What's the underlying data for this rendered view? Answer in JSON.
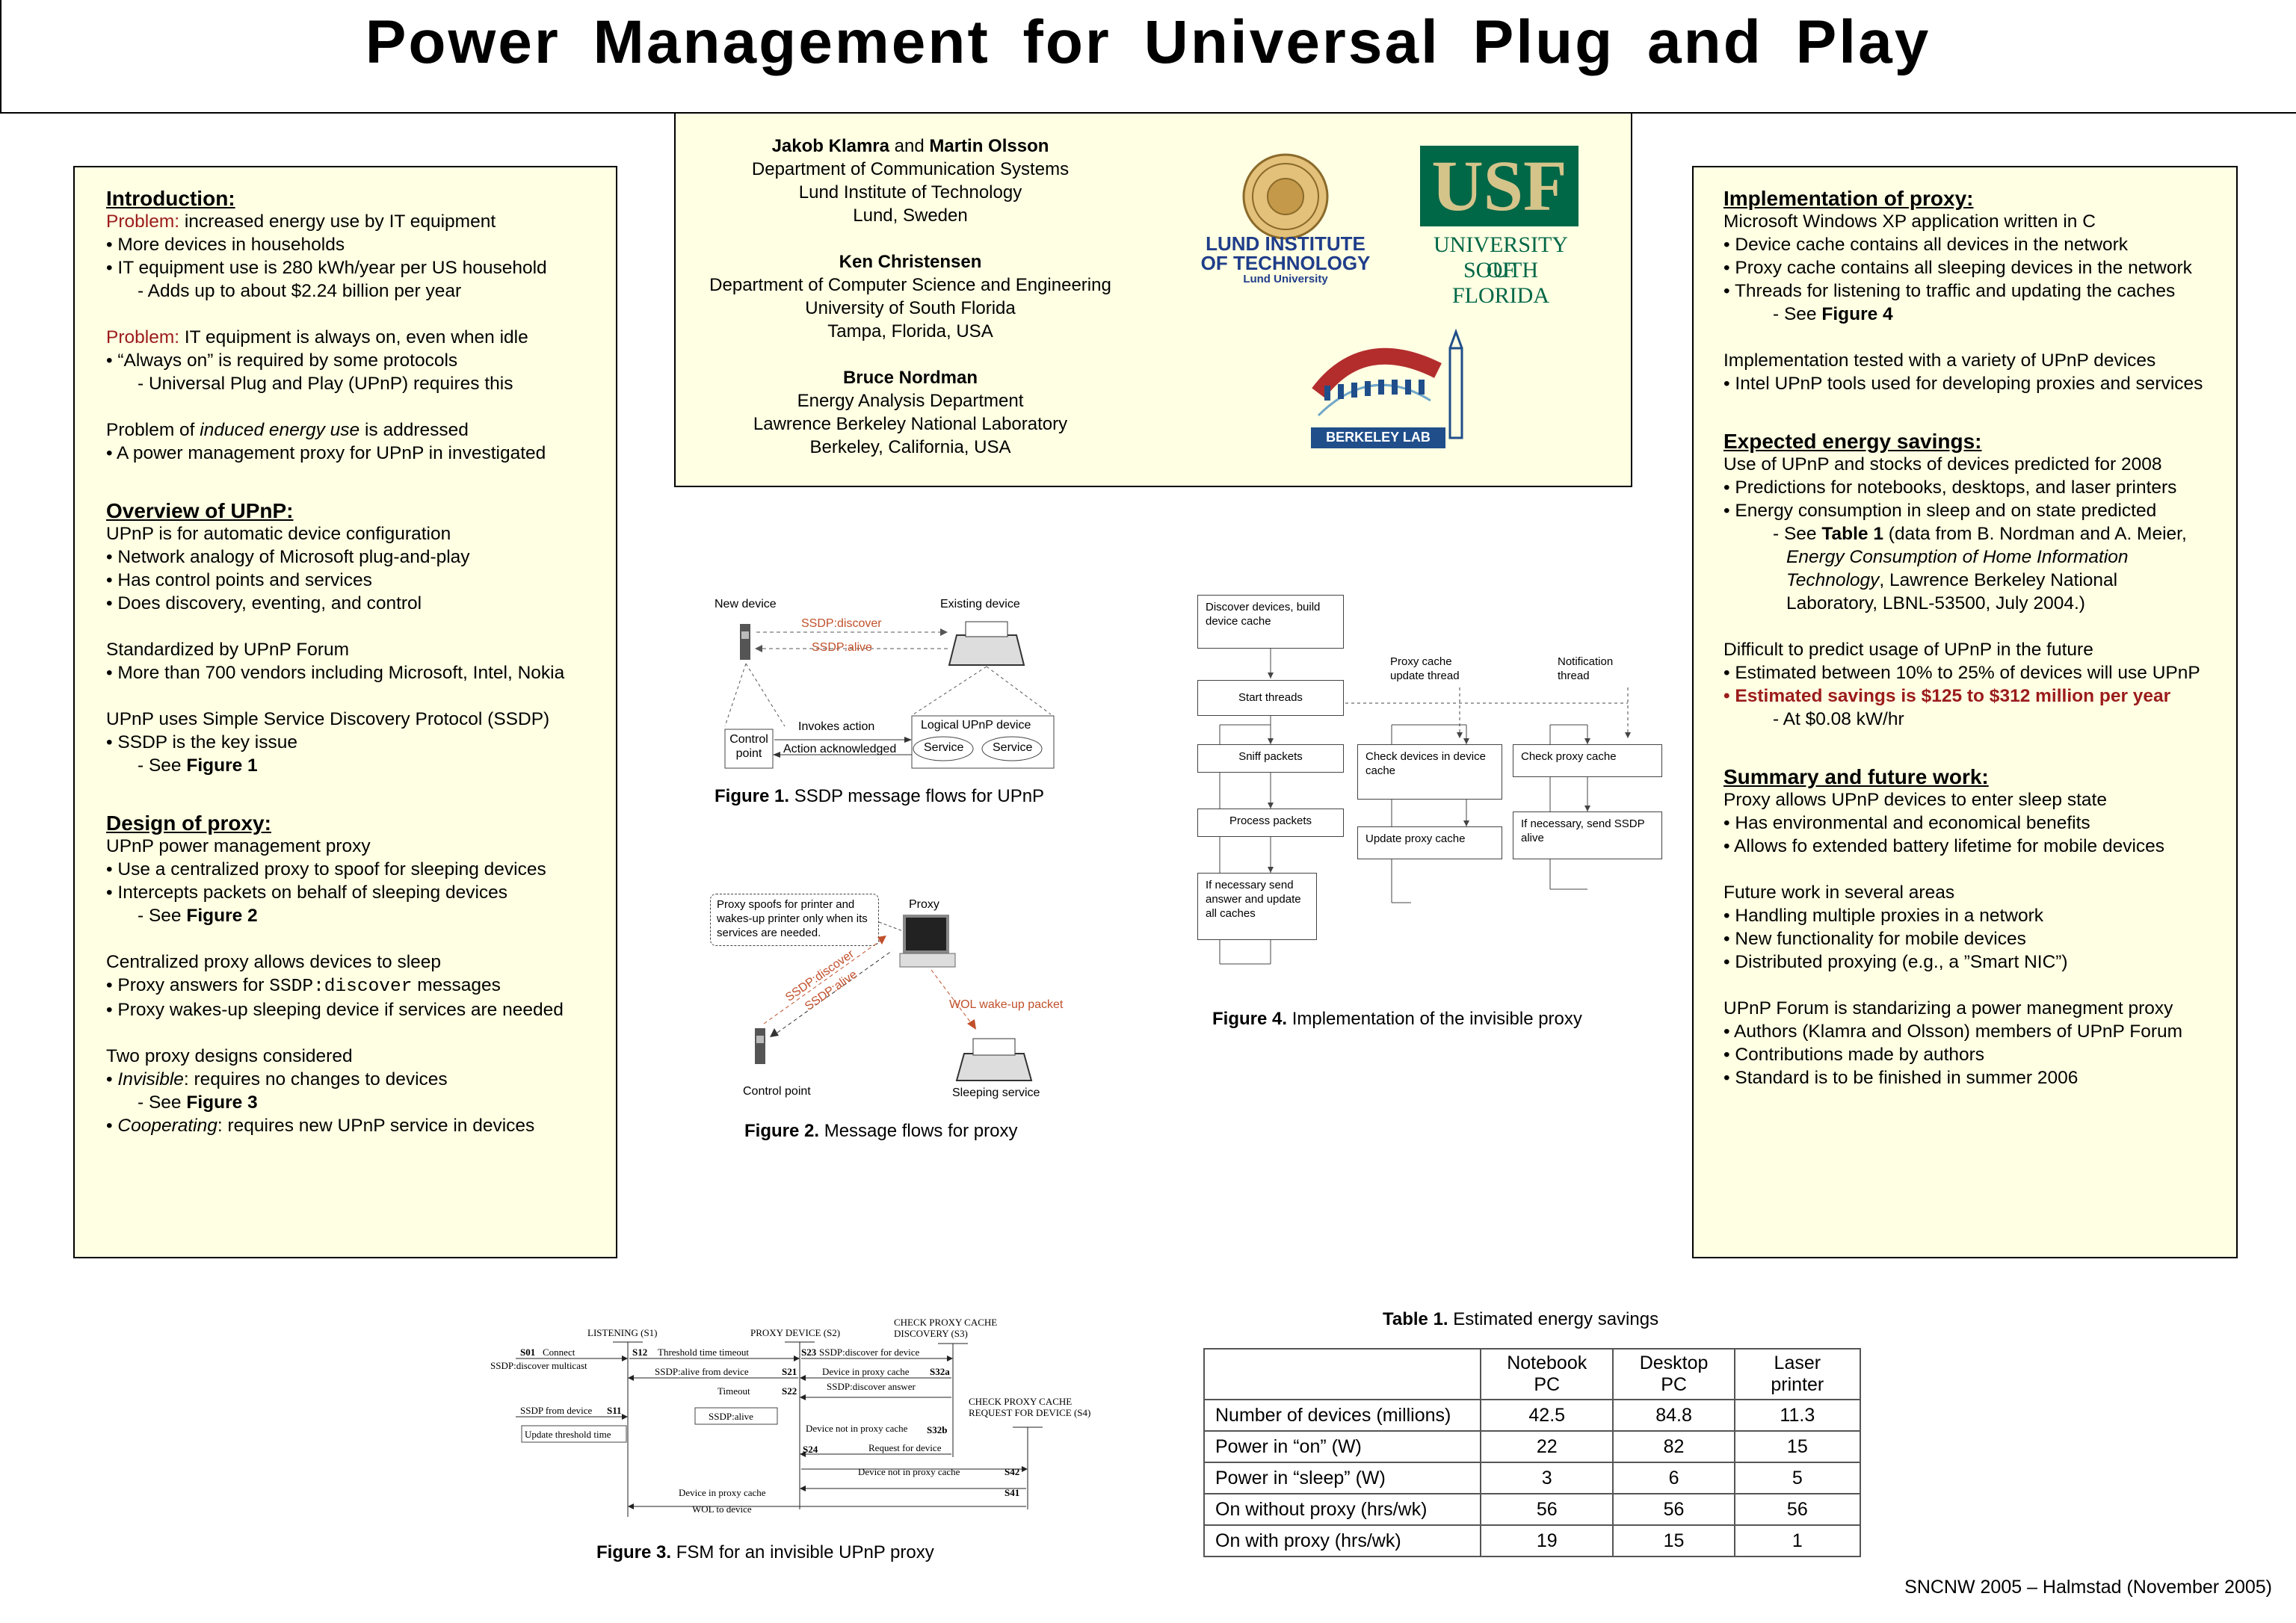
{
  "title": "Power Management for Universal Plug and Play",
  "footer": "SNCNW 2005 – Halmstad (November 2005)",
  "authors": [
    {
      "name1": "Jakob Klamra",
      "and": "and",
      "name2": "Martin Olsson",
      "lines": [
        "Department of Communication Systems",
        "Lund Institute of Technology",
        "Lund, Sweden"
      ]
    },
    {
      "name": "Ken Christensen",
      "lines": [
        "Department of Computer Science and Engineering",
        "University of South Florida",
        "Tampa, Florida, USA"
      ]
    },
    {
      "name": "Bruce Nordman",
      "lines": [
        "Energy Analysis Department",
        "Lawrence Berkeley National Laboratory",
        "Berkeley, California, USA"
      ]
    }
  ],
  "logos": {
    "lund": [
      "LUND INSTITUTE",
      "OF TECHNOLOGY",
      "Lund University"
    ],
    "usf": [
      "USF",
      "UNIVERSITY OF",
      "SOUTH FLORIDA"
    ],
    "berkeley": "BERKELEY LAB"
  },
  "left": {
    "intro_h": "Introduction:",
    "p1_label": "Problem:",
    "p1_text": " increased energy use by IT equipment",
    "b1": "• More devices in households",
    "b2": "• IT equipment use is 280 kWh/year per US household",
    "b3": "- Adds up to about $2.24 billion per year",
    "p2_label": "Problem:",
    "p2_text": " IT equipment is always on, even when idle",
    "b4": "• “Always on” is required by some protocols",
    "b5": "- Universal Plug and Play (UPnP) requires this",
    "b6a": "Problem of ",
    "b6b": "induced energy use",
    "b6c": " is addressed",
    "b7": "• A power management proxy for UPnP in investigated",
    "overview_h": "Overview of UPnP:",
    "o1": "UPnP is for automatic device configuration",
    "o2": "• Network analogy of Microsoft plug-and-play",
    "o3": "• Has control points and services",
    "o4": "• Does discovery, eventing, and control",
    "o5": "Standardized by UPnP Forum",
    "o6": "• More than 700 vendors including Microsoft, Intel, Nokia",
    "o7": "UPnP uses Simple Service Discovery Protocol (SSDP)",
    "o8": "• SSDP is the key issue",
    "o9a": "- See ",
    "o9b": "Figure 1",
    "design_h": "Design of proxy:",
    "d1": "UPnP power management proxy",
    "d2": "• Use a centralized proxy to spoof for sleeping devices",
    "d3": "• Intercepts packets on behalf of sleeping devices",
    "d4a": "- See ",
    "d4b": "Figure 2",
    "d5": "Centralized proxy allows devices to sleep",
    "d6a": "• Proxy answers for ",
    "d6b": "SSDP:discover",
    "d6c": " messages",
    "d7": "• Proxy wakes-up sleeping device if services are needed",
    "d8": "Two proxy designs considered",
    "d9a": "•  ",
    "d9b": "Invisible",
    "d9c": ": requires no changes to devices",
    "d10a": "- See ",
    "d10b": "Figure 3",
    "d11a": "•  ",
    "d11b": "Cooperating",
    "d11c": ": requires new UPnP service in devices"
  },
  "right": {
    "impl_h": "Implementation of proxy:",
    "i1": "Microsoft Windows XP application written in C",
    "i2": "• Device cache contains all devices in the network",
    "i3": "• Proxy cache contains all sleeping devices in the network",
    "i4": "• Threads for listening to traffic and updating the caches",
    "i5a": "- See ",
    "i5b": "Figure 4",
    "i6": "Implementation tested with a variety of UPnP devices",
    "i7": "• Intel UPnP tools used for developing proxies and services",
    "exp_h": "Expected energy savings:",
    "e1": "Use of UPnP and stocks of devices predicted for 2008",
    "e2": "• Predictions for notebooks, desktops, and laser printers",
    "e3": "• Energy consumption in sleep and on state predicted",
    "e4a": "- See ",
    "e4b": "Table 1",
    "e4c": " (data from B. Nordman and A. Meier,",
    "e5": "Energy Consumption of Home Information",
    "e6a": "Technology",
    "e6b": ", Lawrence Berkeley National",
    "e7": "Laboratory, LBNL-53500, July 2004.)",
    "e8": "Difficult to predict usage of UPnP in the future",
    "e9": "• Estimated between 10% to 25% of devices will use UPnP",
    "e10": "• Estimated savings is $125 to $312 million per year",
    "e11": "- At $0.08 kW/hr",
    "sum_h": "Summary and future work:",
    "s1": "Proxy allows UPnP devices to enter sleep state",
    "s2": "• Has environmental and economical benefits",
    "s3": "• Allows fo extended battery lifetime for mobile devices",
    "s4": "Future work in several areas",
    "s5": "• Handling multiple proxies in a network",
    "s6": "• New functionality for mobile devices",
    "s7": "• Distributed proxying (e.g., a ”Smart NIC”)",
    "s8": "UPnP Forum is standarizing a power manegment proxy",
    "s9": "• Authors (Klamra and Olsson) members of UPnP Forum",
    "s10": "• Contributions made by authors",
    "s11": "• Standard is to be finished in summer 2006"
  },
  "fig1": {
    "new_device": "New device",
    "existing_device": "Existing device",
    "ssdp_discover": "SSDP:discover",
    "ssdp_alive": "SSDP:alive",
    "control_point": "Control point",
    "invokes": "Invokes action",
    "ack": "Action acknowledged",
    "logical": "Logical UPnP device",
    "service": "Service",
    "cap_b": "Figure 1.",
    "cap_t": " SSDP message flows for UPnP"
  },
  "fig2": {
    "note": "Proxy spoofs for printer and wakes-up printer only when its services are needed.",
    "proxy": "Proxy",
    "ssdp_discover": "SSDP:discover",
    "ssdp_alive": "SSDP:alive",
    "wol": "WOL wake-up packet",
    "control_point": "Control point",
    "sleeping": "Sleeping service",
    "cap_b": "Figure 2.",
    "cap_t": " Message flows for proxy"
  },
  "fig3": {
    "listening": "LISTENING (S1)",
    "proxy_device": "PROXY DEVICE (S2)",
    "check_disc": "CHECK PROXY CACHE DISCOVERY (S3)",
    "check_req": "CHECK PROXY CACHE REQUEST FOR DEVICE (S4)",
    "s01": "S01",
    "connect": "Connect",
    "ssdp_mc": "SSDP:discover multicast",
    "s12": "S12",
    "threshold": "Threshold time timeout",
    "s23": "S23",
    "ssdp_for_dev": "SSDP:discover for device",
    "alive_from": "SSDP:alive from device",
    "s21": "S21",
    "in_cache": "Device in proxy cache",
    "s32a": "S32a",
    "timeout": "Timeout",
    "s22": "S22",
    "answer": "SSDP:discover answer",
    "ssdp_alive": "SSDP:alive",
    "ssdp_from": "SSDP from device",
    "s11": "S11",
    "update": "Update threshold time",
    "not_in_cache": "Device not in proxy cache",
    "s32b": "S32b",
    "request": "Request for device",
    "s24": "S24",
    "not_in_cache2": "Device not in proxy cache",
    "s42": "S42",
    "in_cache2": "Device in proxy cache",
    "s41": "S41",
    "wol": "WOL to device",
    "cap_b": "Figure 3.",
    "cap_t": " FSM for an invisible UPnP proxy"
  },
  "fig4": {
    "discover": "Discover devices, build device cache",
    "start": "Start threads",
    "proxy_thread": "Proxy cache update thread",
    "notif_thread": "Notification thread",
    "sniff": "Sniff packets",
    "process": "Process packets",
    "send": "If necessary send answer and update all caches",
    "check_dev": "Check devices in device cache",
    "update_proxy": "Update proxy cache",
    "check_proxy": "Check proxy cache",
    "send_alive": "If necessary, send SSDP alive",
    "cap_b": "Figure 4.",
    "cap_t": " Implementation of the invisible proxy"
  },
  "table1": {
    "cap_b": "Table 1.",
    "cap_t": " Estimated energy savings",
    "headers": [
      "",
      "Notebook PC",
      "Desktop PC",
      "Laser printer"
    ],
    "rows": [
      [
        "Number of devices (millions)",
        "42.5",
        "84.8",
        "11.3"
      ],
      [
        "Power in “on” (W)",
        "22",
        "82",
        "15"
      ],
      [
        "Power in “sleep” (W)",
        "3",
        "6",
        "5"
      ],
      [
        "On without proxy (hrs/wk)",
        "56",
        "56",
        "56"
      ],
      [
        "On with proxy (hrs/wk)",
        "19",
        "15",
        "1"
      ]
    ]
  },
  "colors": {
    "panel": "#ffffe3",
    "red": "#9b1b1b",
    "usf_green": "#006747",
    "lund_blue": "#1f3d8a",
    "berkeley_red": "#b32d2d",
    "fig_red": "#c0502b"
  }
}
